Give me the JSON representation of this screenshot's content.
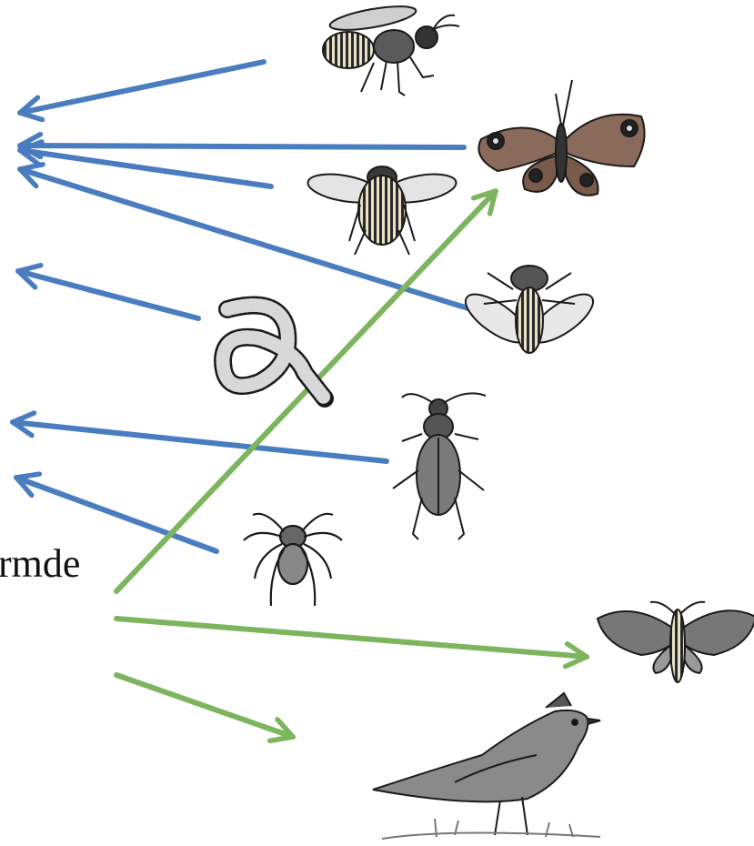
{
  "diagram": {
    "partial_label": "rmde",
    "colors": {
      "blue_arrow": "#4a7cc0",
      "green_arrow": "#7db45e",
      "ink": "#1a1a1a"
    },
    "organisms": [
      {
        "name": "honeybee-icon"
      },
      {
        "name": "peacock-butterfly-icon"
      },
      {
        "name": "bumblebee-icon"
      },
      {
        "name": "hoverfly-icon"
      },
      {
        "name": "earthworm-icon"
      },
      {
        "name": "ground-beetle-icon"
      },
      {
        "name": "spider-icon"
      },
      {
        "name": "moth-icon"
      },
      {
        "name": "skylark-icon"
      }
    ],
    "arrows": [
      {
        "from": "honeybee",
        "to": "left-off-page",
        "color": "blue"
      },
      {
        "from": "peacock-butterfly",
        "to": "left-off-page",
        "color": "blue"
      },
      {
        "from": "bumblebee",
        "to": "left-off-page",
        "color": "blue"
      },
      {
        "from": "hoverfly",
        "to": "left-off-page",
        "color": "blue"
      },
      {
        "from": "earthworm",
        "to": "left-off-page",
        "color": "blue"
      },
      {
        "from": "ground-beetle",
        "to": "left-off-page",
        "color": "blue"
      },
      {
        "from": "spider",
        "to": "left-off-page",
        "color": "blue"
      },
      {
        "from": "rmde",
        "to": "peacock-butterfly",
        "color": "green"
      },
      {
        "from": "rmde",
        "to": "moth",
        "color": "green"
      },
      {
        "from": "rmde",
        "to": "skylark",
        "color": "green"
      }
    ]
  }
}
